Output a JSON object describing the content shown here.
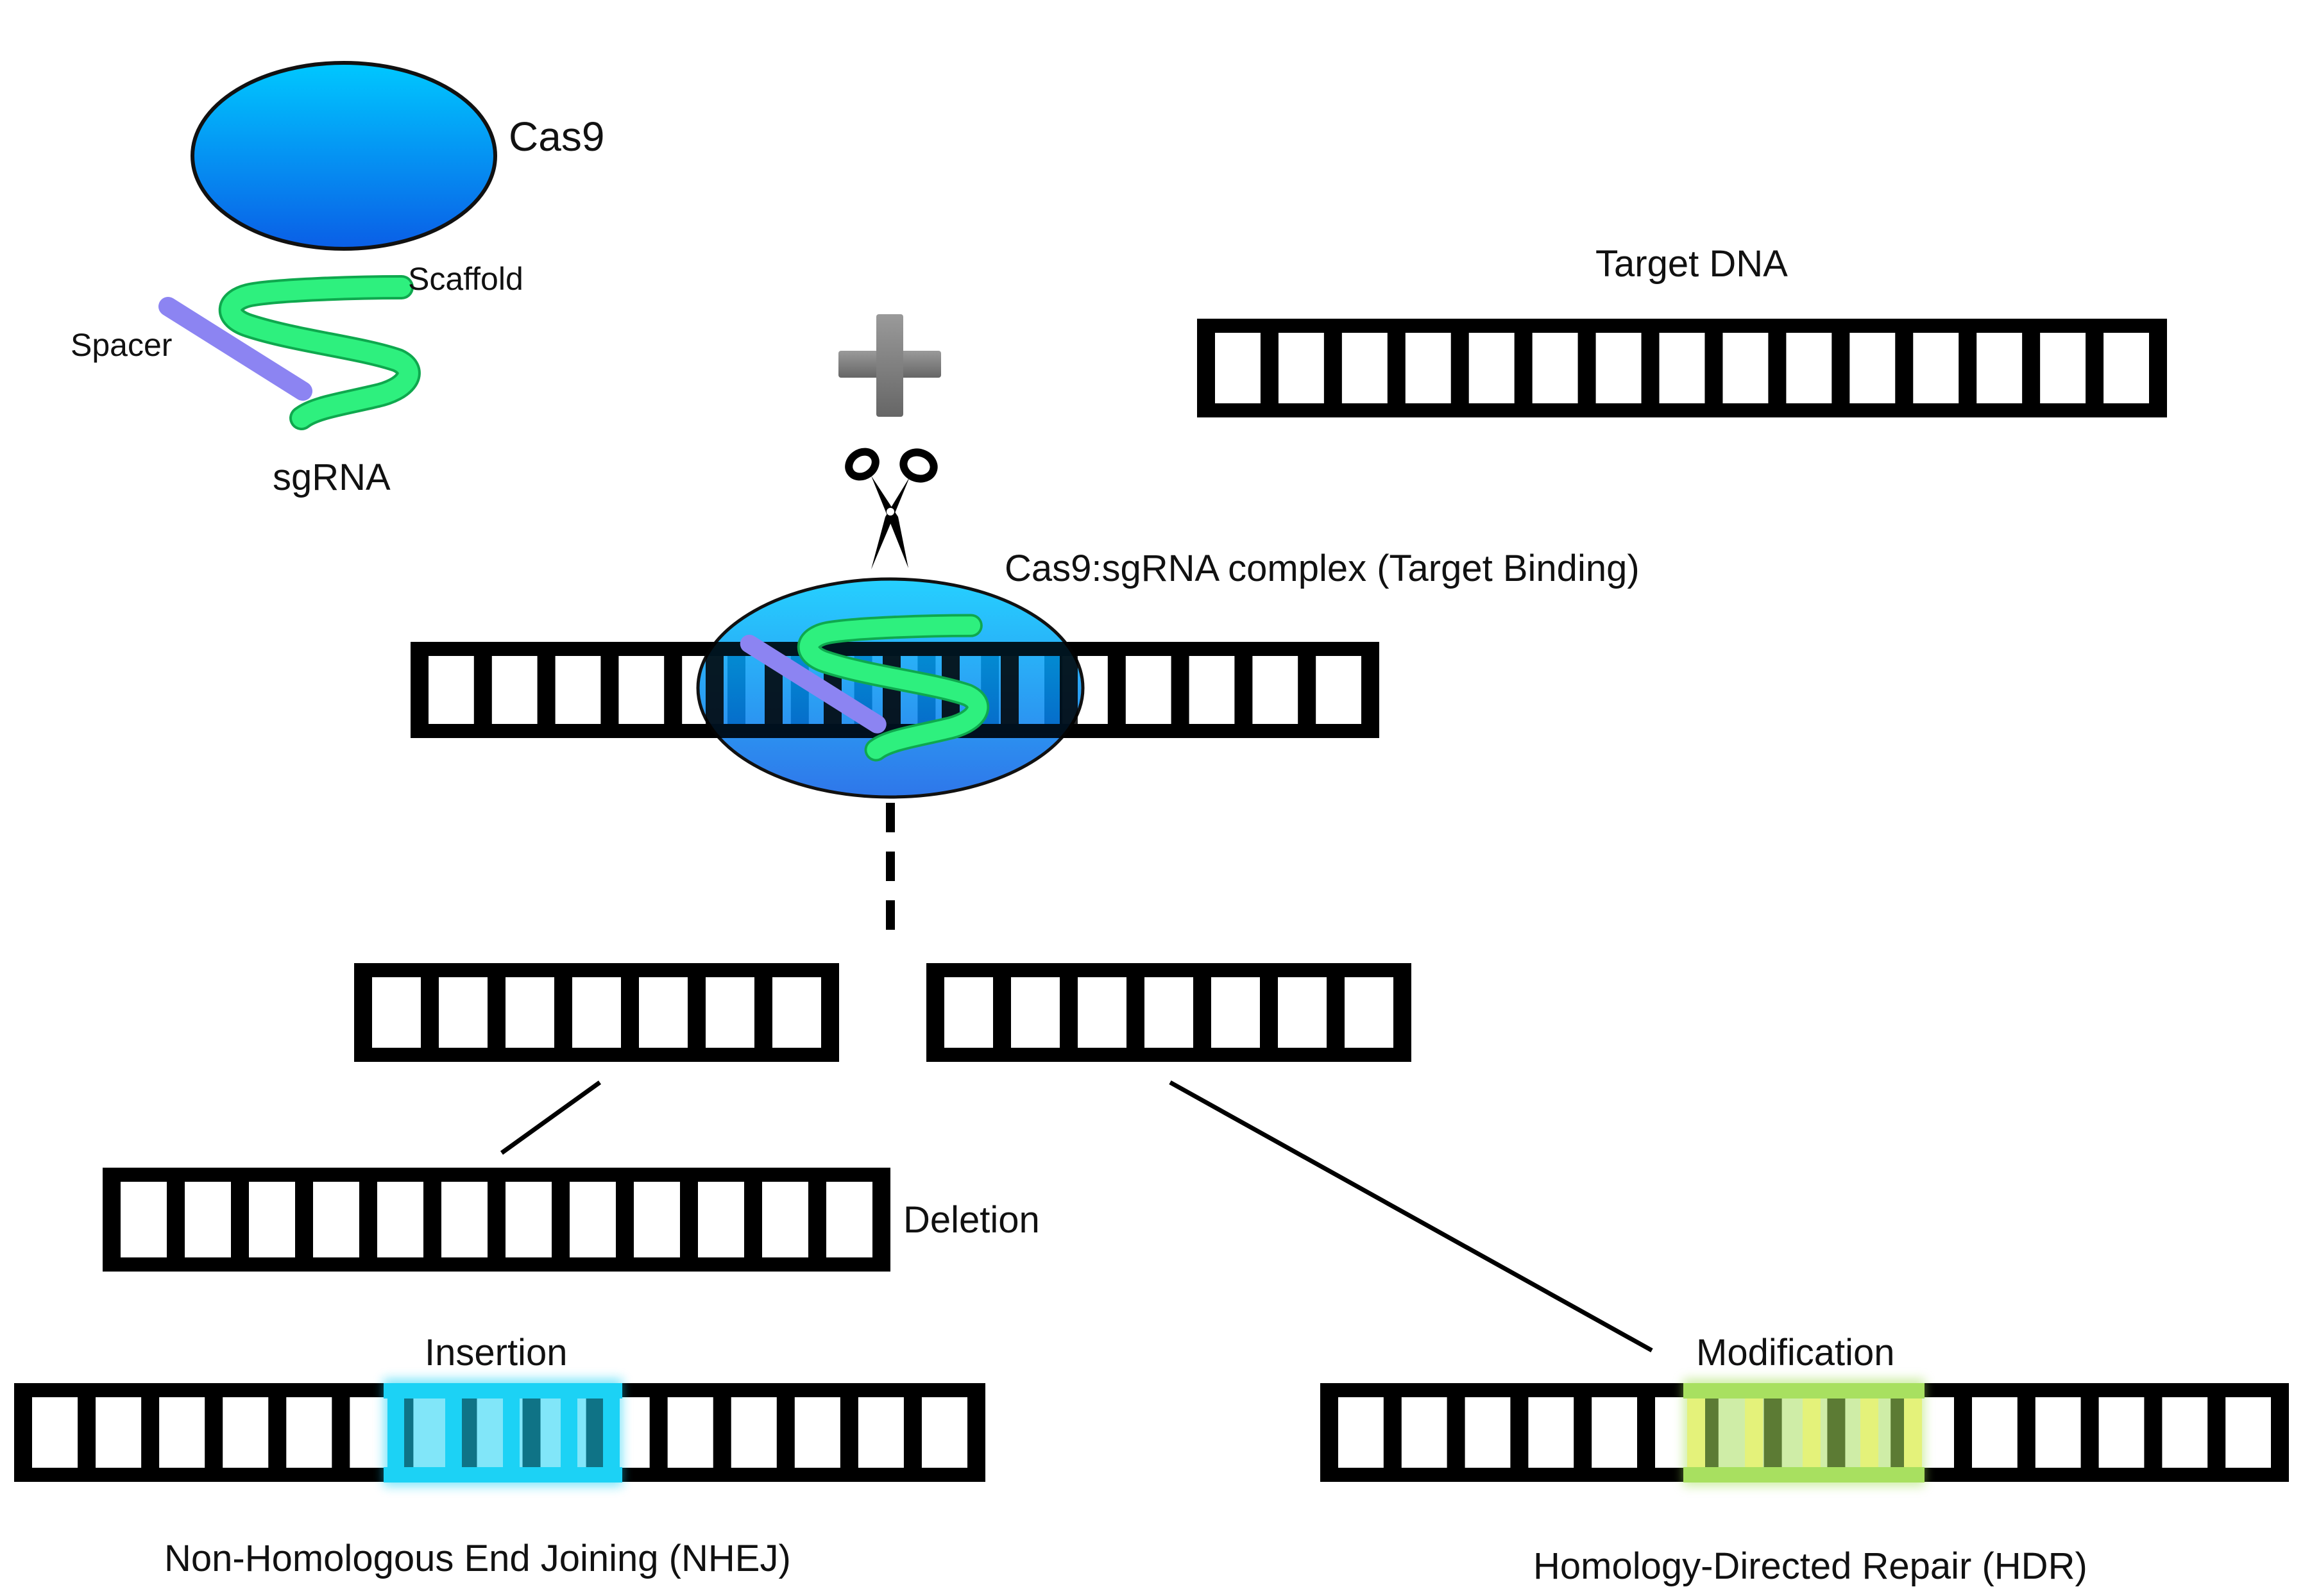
{
  "labels": {
    "cas9": "Cas9",
    "scaffold": "Scaffold",
    "spacer": "Spacer",
    "sgrna": "sgRNA",
    "target_dna": "Target DNA",
    "complex": "Cas9:sgRNA complex (Target Binding)",
    "deletion": "Deletion",
    "insertion": "Insertion",
    "modification": "Modification",
    "nhej": "Non-Homologous End Joining (NHEJ)",
    "hdr": "Homology-Directed Repair (HDR)"
  },
  "colors": {
    "cas9_light": "#00c8ff",
    "cas9_dark": "#0a5ee6",
    "scaffold": "#2ef07e",
    "spacer": "#8c84f2",
    "dna": "#000000",
    "plus": "#7a7a7a",
    "insertion": "#1cd2f5",
    "modification": "#a8e060",
    "modification_rungs": "#e4f27a"
  },
  "icons": {
    "plus": "plus-icon",
    "cut": "scissors-icon"
  }
}
